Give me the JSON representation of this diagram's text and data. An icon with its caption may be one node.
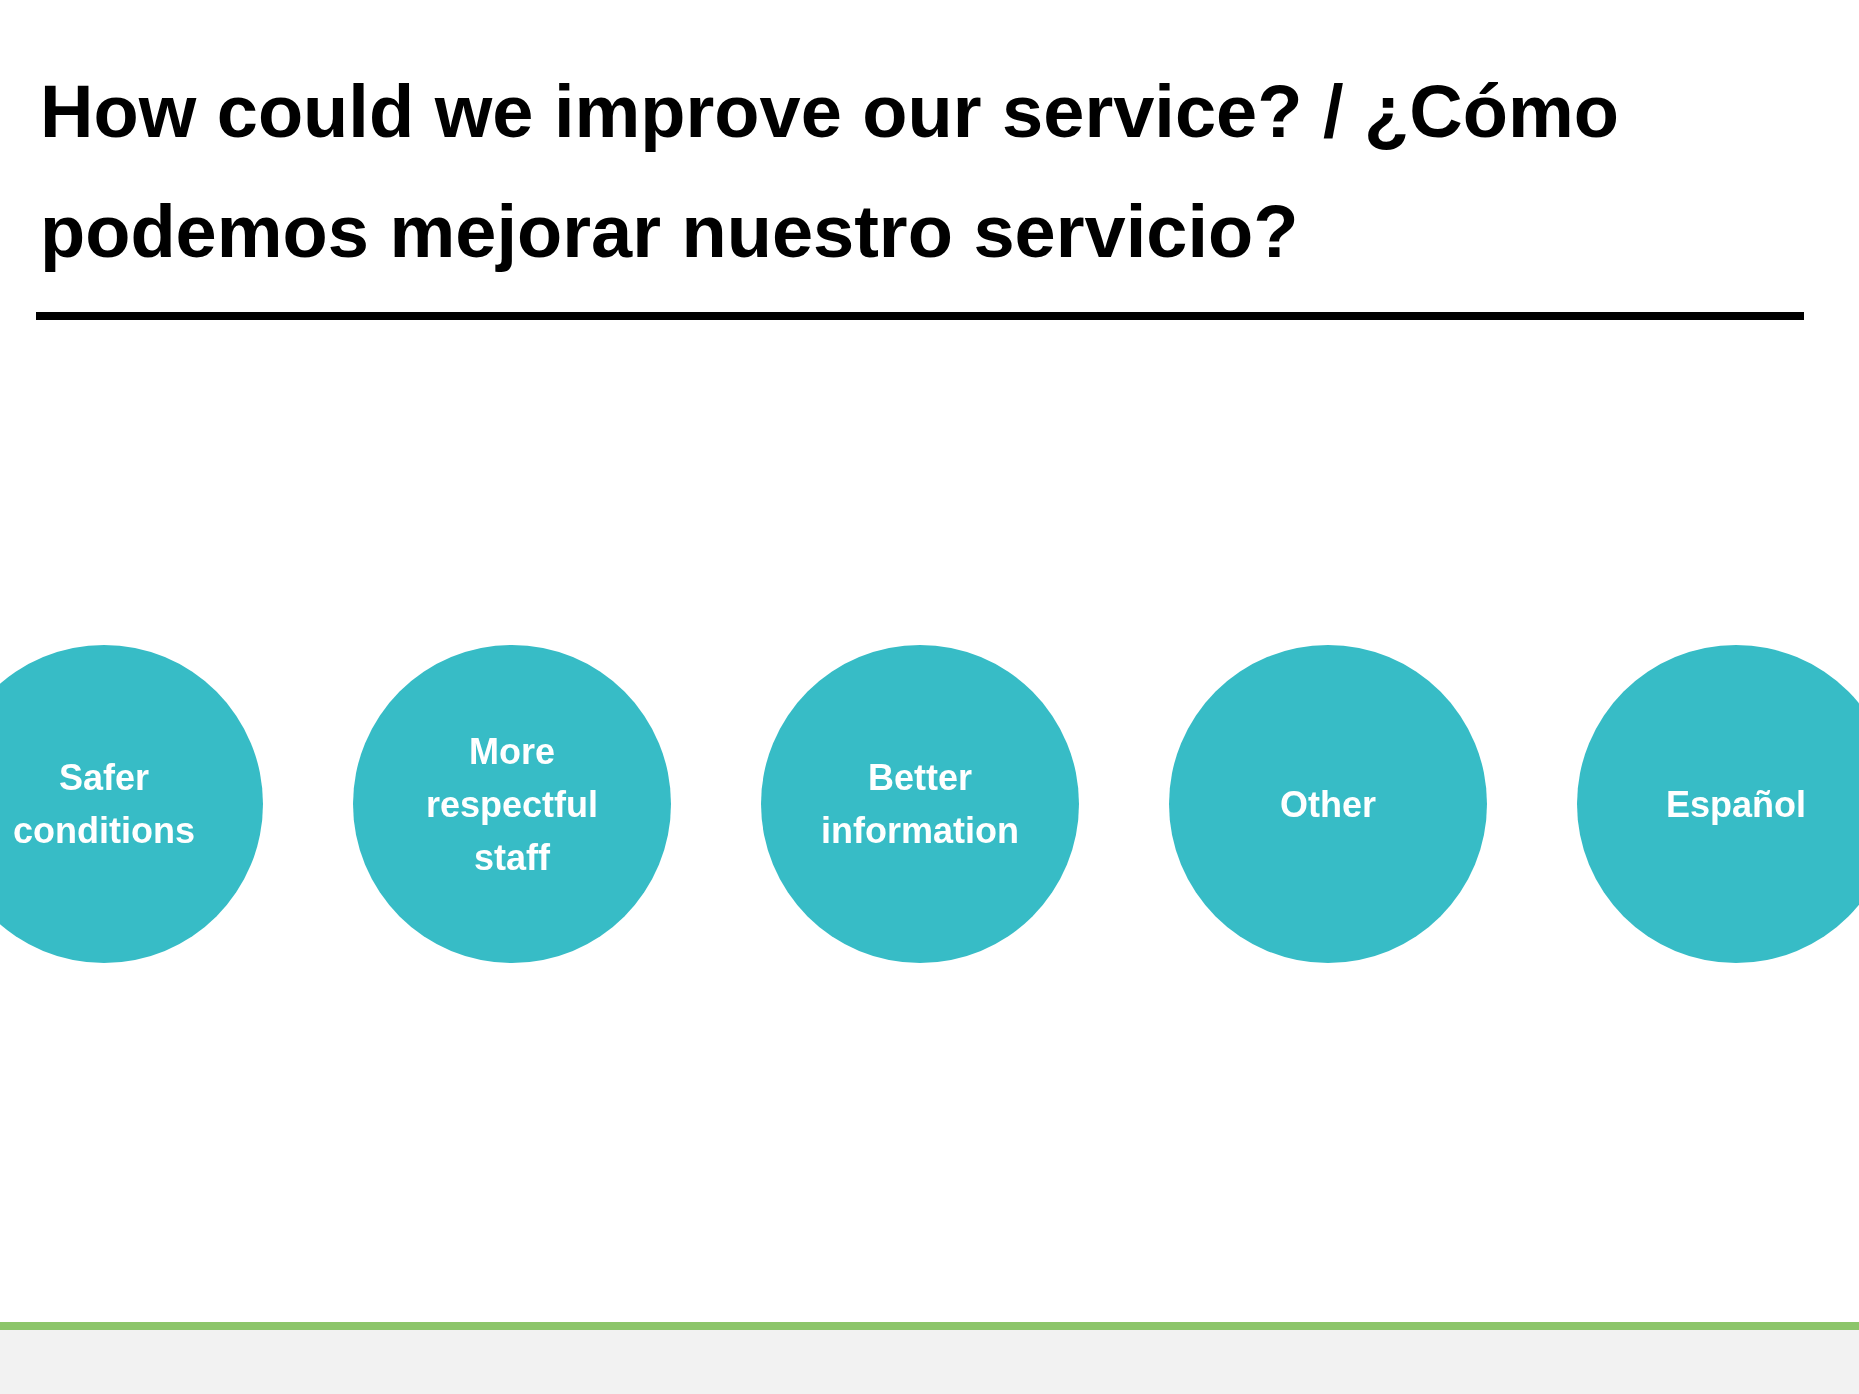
{
  "diagram": {
    "title": "How could we improve our service? / ¿Cómo podemos mejorar nuestro servicio?",
    "nodes": [
      {
        "text": [
          "Safer conditions"
        ]
      },
      {
        "text": [
          "More respectful staff"
        ]
      },
      {
        "text": [
          "Better information"
        ]
      },
      {
        "text": [
          "Other"
        ]
      },
      {
        "text": [
          "Español"
        ]
      }
    ]
  }
}
